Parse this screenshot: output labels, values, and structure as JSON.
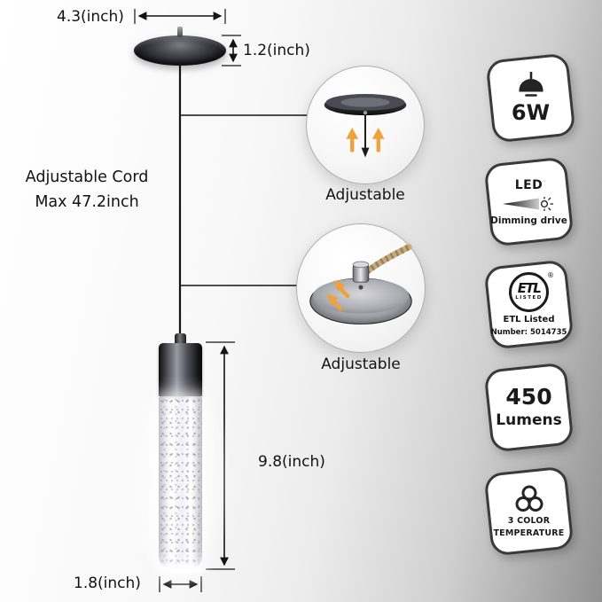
{
  "annotations": {
    "canopy_width": "4.3(inch)",
    "canopy_height": "1.2(inch)",
    "cord_line1": "Adjustable Cord",
    "cord_line2": "Max 47.2inch",
    "pendant_height": "9.8(inch)",
    "pendant_width": "1.8(inch)",
    "callout_top_label": "Adjustable",
    "callout_bottom_label": "Adjustable"
  },
  "badges": {
    "wattage": {
      "value": "6W"
    },
    "led": {
      "title": "LED",
      "subtitle": "Dimming drive"
    },
    "etl": {
      "mark": "ETL",
      "listed": "LISTED",
      "reg": "®",
      "line1": "ETL Listed",
      "line2": "Number: 5014735"
    },
    "lumens": {
      "value": "450",
      "unit": "Lumens"
    },
    "color_temp": {
      "line1": "3 COLOR",
      "line2": "TEMPERATURE"
    }
  },
  "colors": {
    "accent_orange": "#f0a13a",
    "line_black": "#141414",
    "badge_border": "#3a3a3a",
    "badge_bg": "#ffffff"
  }
}
